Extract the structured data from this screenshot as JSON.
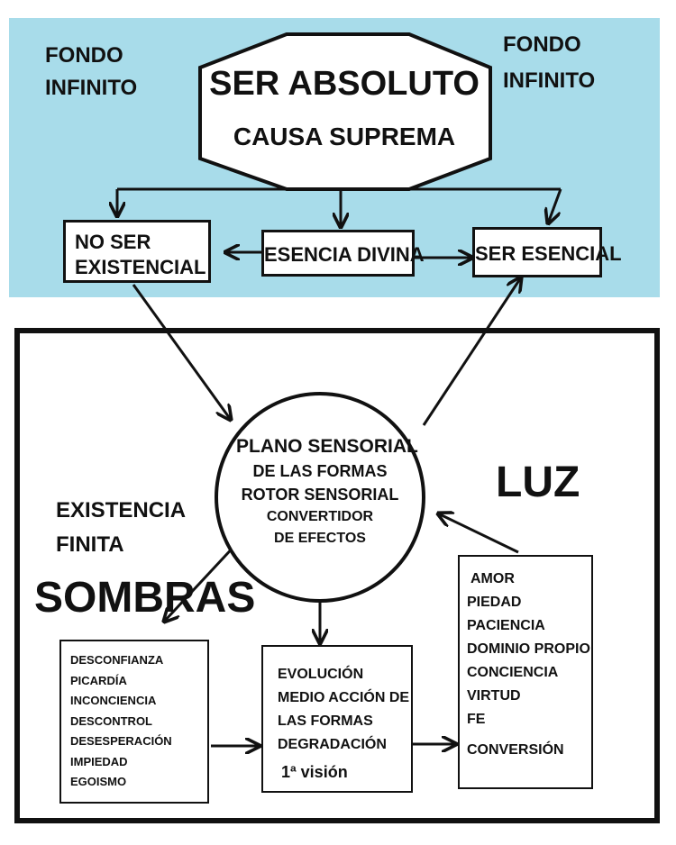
{
  "background": {
    "label_left": [
      "FONDO",
      "INFINITO"
    ],
    "label_right": [
      "FONDO",
      "INFINITO"
    ],
    "color": "#a8dcea"
  },
  "top_node": {
    "title": "SER ABSOLUTO",
    "subtitle": "CAUSA SUPREMA"
  },
  "level2": {
    "left": [
      "NO SER",
      "EXISTENCIAL"
    ],
    "center": "ESENCIA DIVINA",
    "right": "SER ESENCIAL"
  },
  "center_node": {
    "lines": [
      "PLANO SENSORIAL",
      "DE LAS FORMAS",
      "ROTOR SENSORIAL",
      "CONVERTIDOR",
      "DE EFECTOS"
    ]
  },
  "region_labels": {
    "existencia": [
      "EXISTENCIA",
      "FINITA"
    ],
    "sombras": "SOMBRAS",
    "luz": "LUZ"
  },
  "box_sombras": [
    "DESCONFIANZA",
    "PICARDÍA",
    "INCONCIENCIA",
    "DESCONTROL",
    "DESESPERACIÓN",
    "IMPIEDAD",
    "EGOISMO"
  ],
  "box_evolucion": [
    "EVOLUCIÓN",
    "MEDIO ACCIÓN DE",
    "LAS FORMAS",
    "DEGRADACIÓN",
    "1ª visión"
  ],
  "box_luz": [
    "AMOR",
    "PIEDAD",
    "PACIENCIA",
    "DOMINIO PROPIO",
    "CONCIENCIA",
    "VIRTUD",
    "FE",
    "CONVERSIÓN"
  ]
}
